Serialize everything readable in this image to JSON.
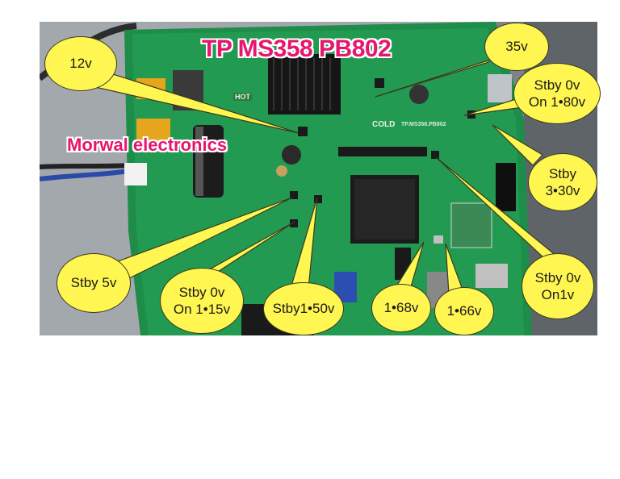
{
  "title": "TP MS358 PB802",
  "watermark": "Morwal electronics",
  "board_markings": {
    "hot": "HOT",
    "cold": "COLD",
    "model": "TP.MS358.PB802"
  },
  "callouts": {
    "v12": {
      "lines": [
        "12v"
      ]
    },
    "v35": {
      "lines": [
        "35v"
      ]
    },
    "stby_on180": {
      "lines": [
        "Stby 0v",
        "On 1•80v"
      ]
    },
    "stby330": {
      "lines": [
        "Stby",
        "3•30v"
      ]
    },
    "stby_on1": {
      "lines": [
        "Stby 0v",
        "On1v"
      ]
    },
    "stby5": {
      "lines": [
        "Stby 5v"
      ]
    },
    "stby_on115": {
      "lines": [
        "Stby 0v",
        "On 1•15v"
      ]
    },
    "stby150": {
      "lines": [
        "Stby1•50v"
      ]
    },
    "v168": {
      "lines": [
        "1•68v"
      ]
    },
    "v166": {
      "lines": [
        "1•66v"
      ]
    }
  },
  "colors": {
    "title": "#e8156f",
    "callout_fill": "#fff651",
    "pcb": "#1f8d4a",
    "chassis": "#9aa0a6"
  }
}
